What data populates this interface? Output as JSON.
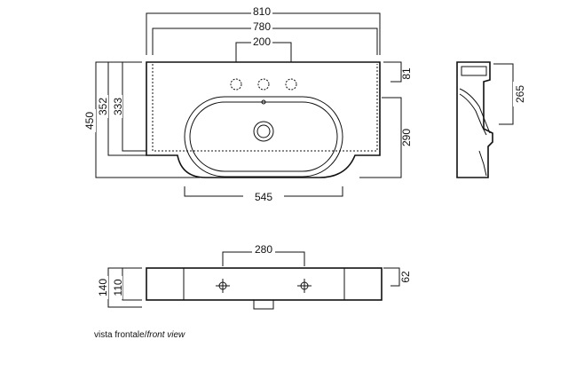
{
  "top_view": {
    "width_overall": "810",
    "width_inner": "780",
    "tap_spacing": "200",
    "depth_overall": "450",
    "depth_2": "352",
    "depth_3": "333",
    "back_ledge": "81",
    "front_depth": "290",
    "bowl_width": "545"
  },
  "side_view": {
    "height": "265"
  },
  "front_view": {
    "bracket_spacing": "280",
    "height_overall": "140",
    "height_body": "110",
    "height_top": "62"
  },
  "caption": {
    "it": "vista frontale/",
    "en": "front view"
  }
}
